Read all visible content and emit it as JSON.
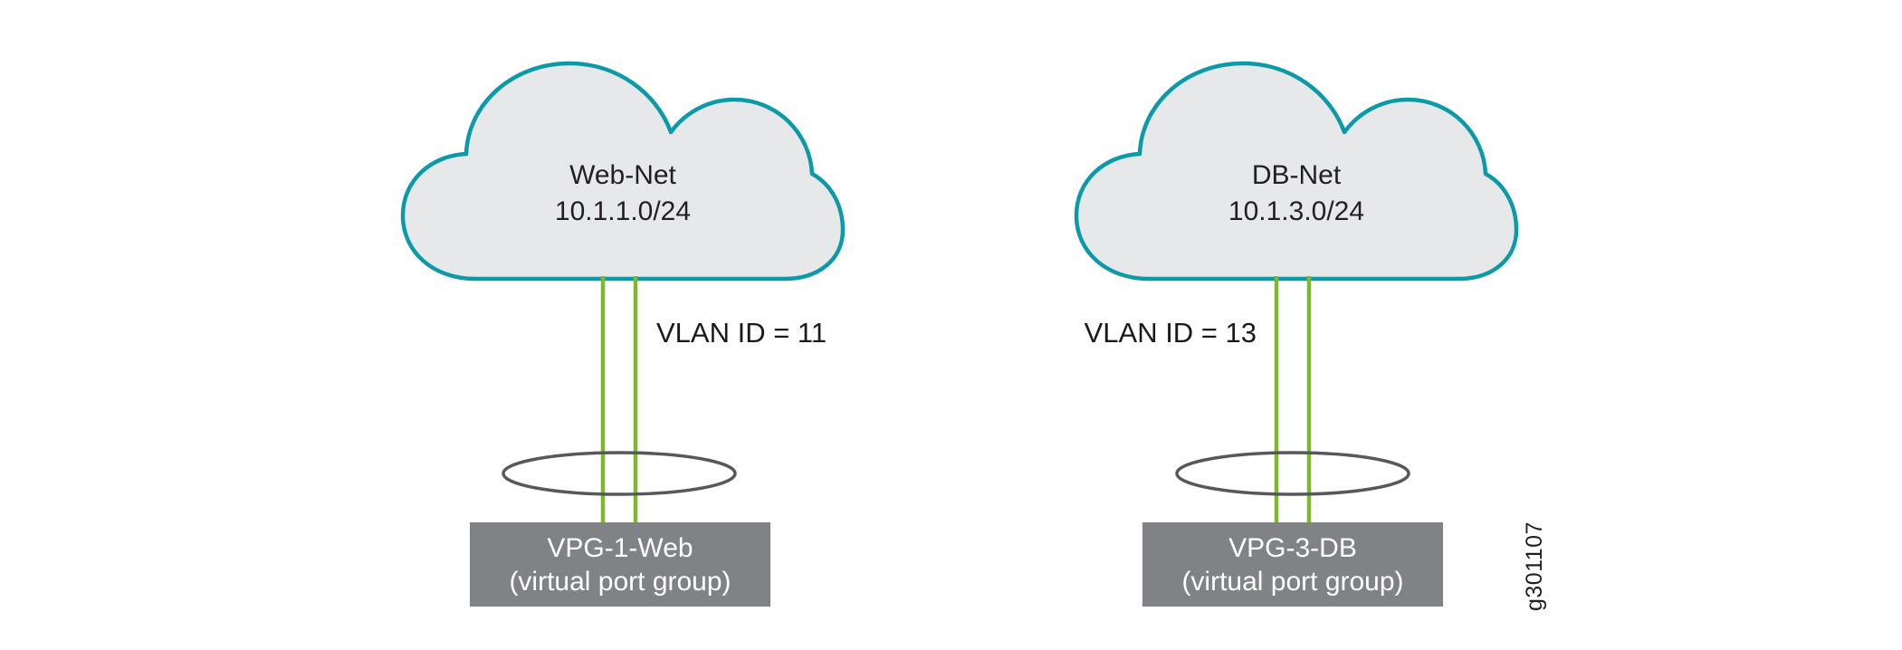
{
  "diagram": {
    "figure_id": "g301107",
    "colors": {
      "cloud_fill": "#e7e8e9",
      "cloud_stroke": "#0d9aa8",
      "link_green": "#7cb92c",
      "ellipse_stroke": "#57585a",
      "vpg_box_fill": "#808285",
      "vpg_box_text": "#ffffff",
      "label_text": "#231f20"
    },
    "networks": [
      {
        "name": "Web-Net",
        "subnet": "10.1.1.0/24",
        "vlan_label": "VLAN ID = 11",
        "vpg_name": "VPG-1-Web",
        "vpg_subtitle": "(virtual port group)"
      },
      {
        "name": "DB-Net",
        "subnet": "10.1.3.0/24",
        "vlan_label": "VLAN ID = 13",
        "vpg_name": "VPG-3-DB",
        "vpg_subtitle": "(virtual port group)"
      }
    ]
  }
}
